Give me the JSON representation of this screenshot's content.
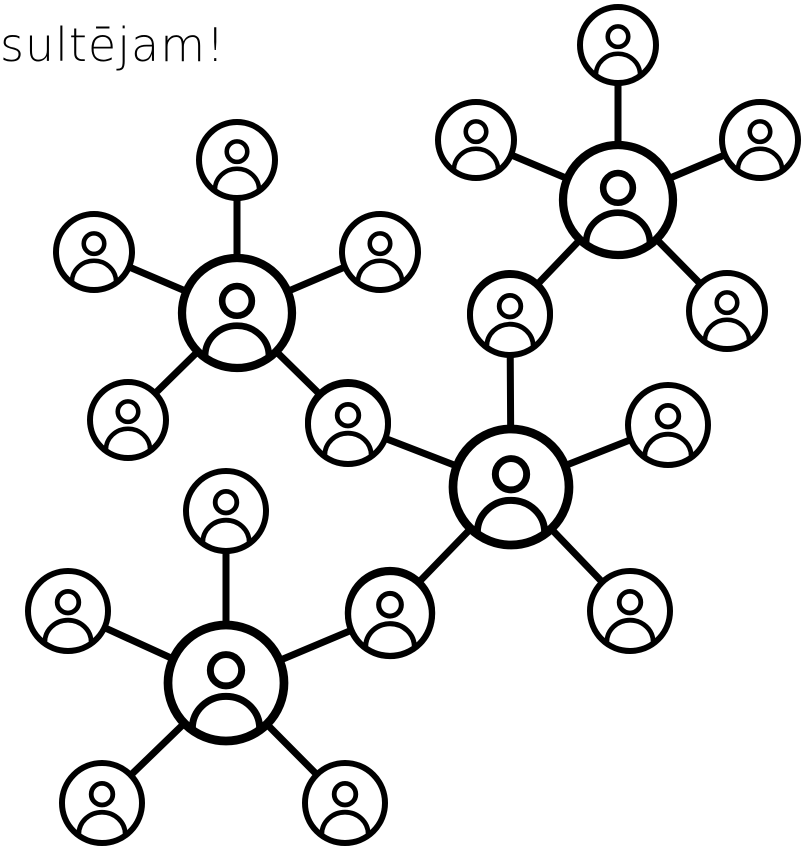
{
  "headline": "sultējam!",
  "colors": {
    "stroke": "#000000",
    "background": "#ffffff"
  },
  "icon": "user-avatar-icon",
  "network": {
    "clusters": [
      {
        "name": "top-right",
        "hub_icon": "user-avatar-icon",
        "spoke_count": 5
      },
      {
        "name": "upper-left",
        "hub_icon": "user-avatar-icon",
        "spoke_count": 5
      },
      {
        "name": "center",
        "hub_icon": "user-avatar-icon",
        "spoke_count": 5
      },
      {
        "name": "lower-left",
        "hub_icon": "user-avatar-icon",
        "spoke_count": 5
      }
    ]
  }
}
